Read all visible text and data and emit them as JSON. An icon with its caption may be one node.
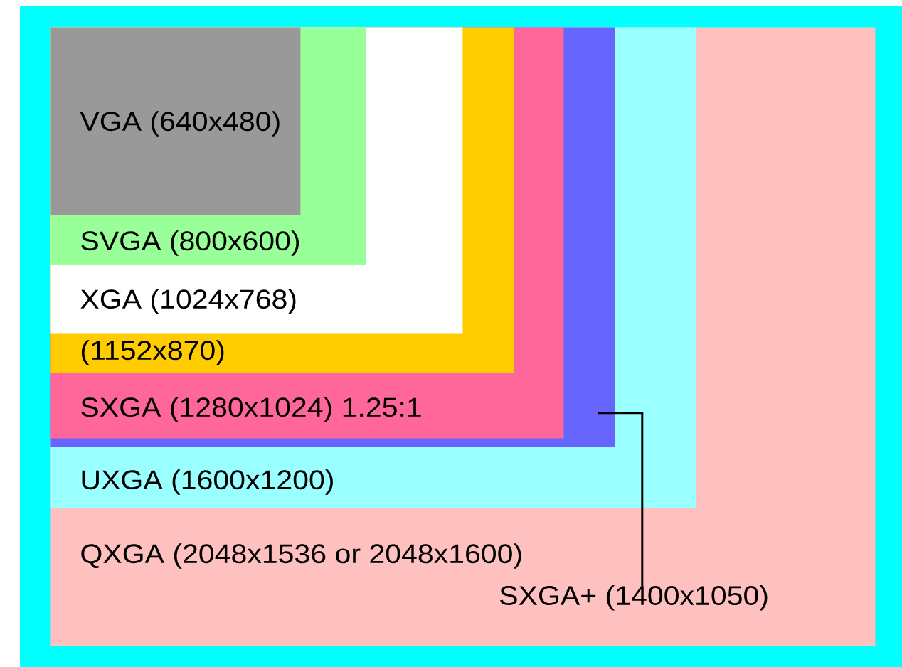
{
  "diagram": {
    "nodes": [
      {
        "text": [
          "QXGA (2048x1536 or 2048x1600)"
        ]
      },
      {
        "text": [
          "UXGA (1600x1200)"
        ],
        "in": 0
      },
      {
        "text": [],
        "shape": "box",
        "in": 1
      },
      {
        "text": [
          "SXGA (1280x1024) 1.25:1"
        ],
        "in": 2
      },
      {
        "text": [
          "(1152x870)"
        ],
        "in": 3
      },
      {
        "text": [
          "XGA (1024x768)"
        ],
        "in": 4
      },
      {
        "text": [
          "SVGA (800x600)"
        ],
        "in": 5
      },
      {
        "text": [
          "VGA (640x480)"
        ],
        "in": 6
      },
      {
        "text": [
          "SXGA+ (1400x1050)"
        ],
        "in": 0
      }
    ],
    "edges": [
      {
        "from": 8,
        "to": 2,
        "arrow": "none"
      }
    ]
  }
}
